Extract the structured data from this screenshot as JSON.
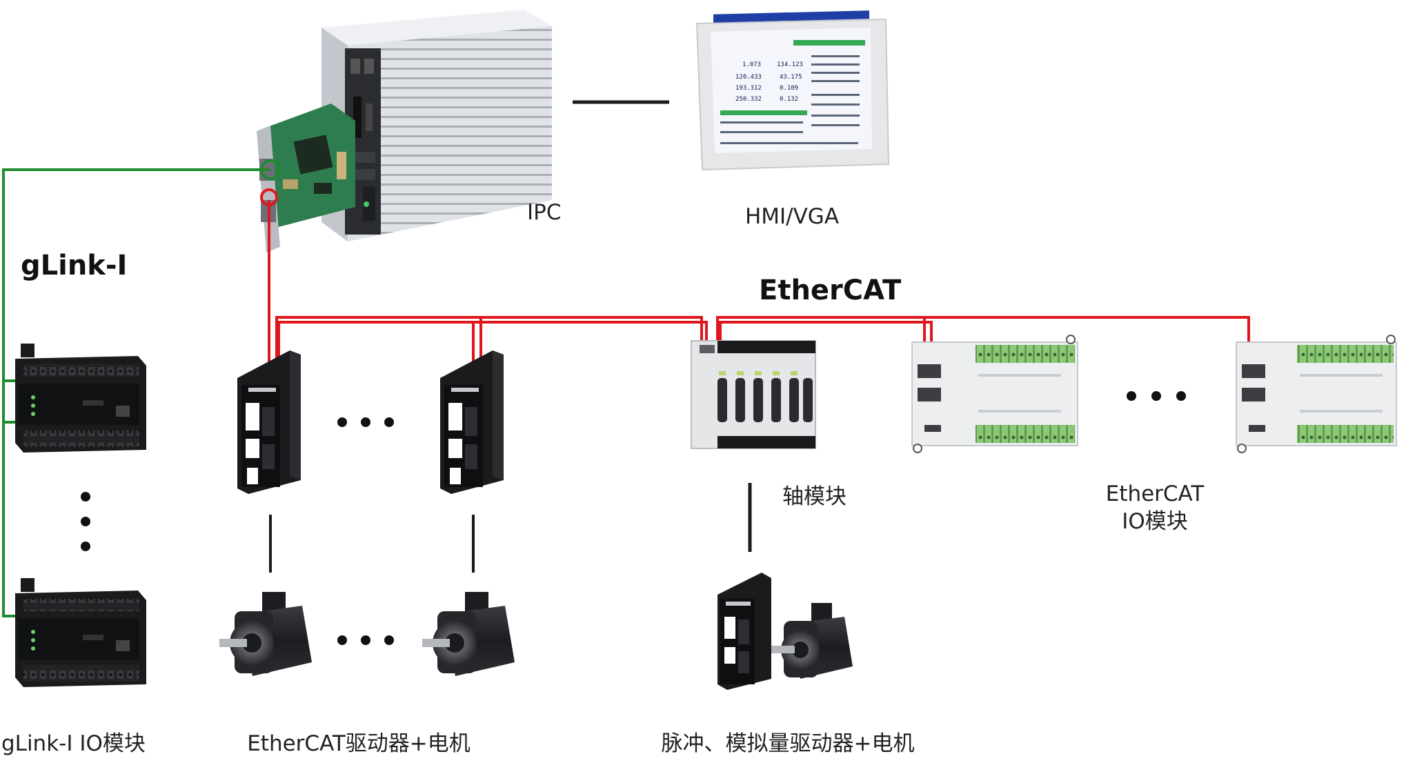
{
  "labels": {
    "ipc": "IPC",
    "hmi": "HMI/VGA",
    "glink_bus": "gLink-I",
    "ethercat_bus": "EtherCAT",
    "axis_module": "轴模块",
    "ethercat_io": "EtherCAT\nIO模块",
    "glink_io": "gLink-I  IO模块",
    "ethercat_drive": "EtherCAT驱动器+电机",
    "pulse_drive": "脉冲、模拟量驱动器+电机"
  },
  "hmi_screen_text": [
    "1.073",
    "134.123",
    "120.433",
    "43.175",
    "193.312",
    "0.109",
    "250.332",
    "0.132"
  ],
  "colors": {
    "ethercat_line": "#e0161d",
    "glink_line": "#1f8a2e",
    "connector": "#1a1a1a",
    "ipc_body": "#d3d6db",
    "pcb": "#2e7d4f",
    "device_dark": "#1b1b1d",
    "io_module": "#eceeef",
    "terminal_green": "#7fbf6a",
    "hmi_frame": "#e6e7e9",
    "hmi_screen": "#1f3fa6"
  },
  "icons": [
    "ipc-icon",
    "hmi-panel-icon",
    "servo-drive-icon",
    "servo-motor-icon",
    "axis-module-icon",
    "ethercat-io-module-icon",
    "glink-io-module-icon",
    "ellipsis-icon"
  ]
}
